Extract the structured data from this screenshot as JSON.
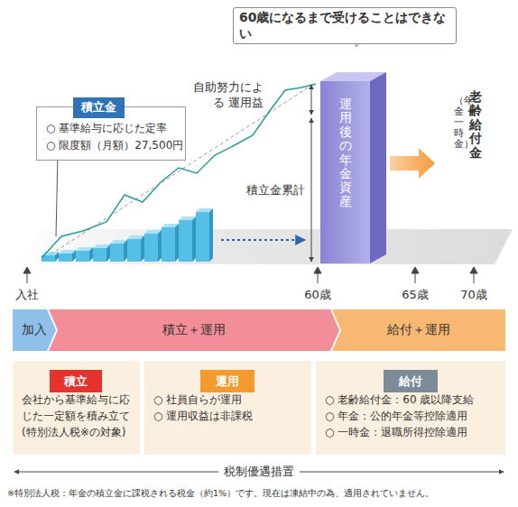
{
  "diagram": {
    "nodes": [
      {
        "text": [
          "60歳になるまで受けることはできない"
        ]
      },
      {
        "text": [
          "積立金",
          "○ 基準給与に応じた定率",
          "○ 限度額（月額）27,500円"
        ]
      },
      {
        "text": [
          "運用後の年金資産"
        ]
      },
      {
        "text": [
          "加入"
        ]
      },
      {
        "text": [
          "積立＋運用"
        ]
      },
      {
        "text": [
          "給付＋運用"
        ]
      },
      {
        "text": [
          "会社から基準給与に応 じた一定額を積み立て (特別法人税※の対象)"
        ]
      },
      {
        "text": [
          "積立"
        ],
        "in": 6
      },
      {
        "text": [
          "○ 社員自らが運用",
          "○ 運用収益は非課税"
        ]
      },
      {
        "text": [
          "運用"
        ],
        "in": 8
      },
      {
        "text": [
          "○ 老齢給付金：60 歳以降支給",
          "○ 年金：公的年金等控除適用",
          "○ 一時金：退職所得控除適用"
        ]
      },
      {
        "text": [
          "給付"
        ],
        "in": 10
      }
    ],
    "labels": [
      "自助努力による 運用益",
      "積立金累計",
      "老齢給付金",
      "（年金・一時金）",
      "入社",
      "60歳",
      "65歳",
      "70歳",
      "税制優遇措置",
      "※特別法人税：年金の積立金に課税される税金（約1%）です。現在は凍結中の為、適用されていません。"
    ]
  }
}
